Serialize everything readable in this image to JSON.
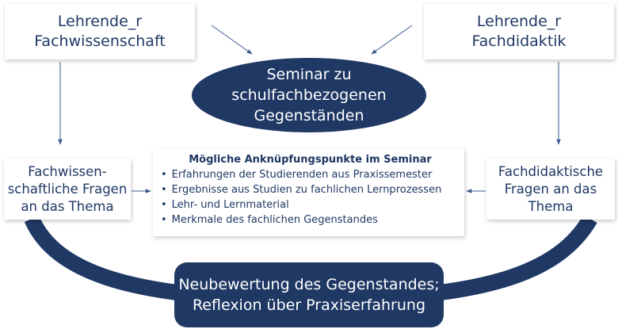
{
  "colors": {
    "primary": "#1f3864",
    "box_background": "#ffffff",
    "arrow": "#3a5a8c"
  },
  "top_left_box": {
    "line1": "Lehrende_r",
    "line2": "Fachwissenschaft"
  },
  "top_right_box": {
    "line1": "Lehrende_r",
    "line2": "Fachdidaktik"
  },
  "seminar_ellipse": {
    "line1": "Seminar zu",
    "line2": "schulfachbezogenen",
    "line3": "Gegenständen"
  },
  "left_box": {
    "line1": "Fachwissen-",
    "line2": "schaftliche Fragen",
    "line3": "an das Thema"
  },
  "right_box": {
    "line1": "Fachdidaktische",
    "line2": "Fragen an das",
    "line3": "Thema"
  },
  "center_box": {
    "title": "Mögliche Anknüpfungspunkte im Seminar",
    "items": [
      "Erfahrungen der Studierenden aus Praxissemester",
      "Ergebnisse aus Studien zu fachlichen Lernprozessen",
      "Lehr- und Lernmaterial",
      "Merkmale des fachlichen Gegenstandes"
    ]
  },
  "bottom_box": {
    "line1": "Neubewertung des Gegenstandes;",
    "line2": "Reflexion über Praxiserfahrung"
  }
}
